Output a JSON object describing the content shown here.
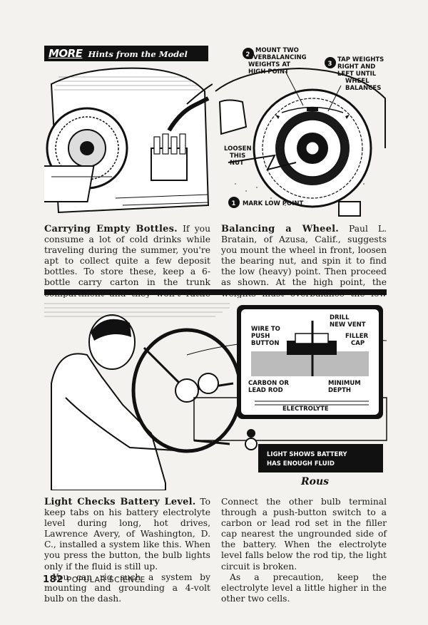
{
  "banner": {
    "more": "MORE",
    "title": "Hints from the Model Garage"
  },
  "fig1": {},
  "fig2": {
    "step1": "1",
    "step1_text": "MARK LOW POINT",
    "step2": "2",
    "step2_line1": "MOUNT TWO",
    "step2_line2": "OVERBALANCING",
    "step2_line3": "WEIGHTS AT",
    "step2_line4": "HIGH POINT",
    "step3": "3",
    "step3_line1": "TAP WEIGHTS",
    "step3_line2": "RIGHT AND",
    "step3_line3": "LEFT UNTIL",
    "step3_line4": "WHEEL",
    "step3_line5": "BALANCES",
    "loosen_line1": "LOOSEN",
    "loosen_line2": "THIS",
    "loosen_line3": "NUT"
  },
  "article1": {
    "heading": "Carrying Empty Bottles.",
    "body": "If you consume a lot of cold drinks while traveling during the summer, you're apt to collect quite a few deposit bottles. To store these, keep a 6-bottle carry carton in the trunk compartment and they won't rattle around."
  },
  "article2": {
    "heading": "Balancing a Wheel.",
    "body": "Paul L. Bratain, of Azusa, Calif., suggests you mount the wheel in front, loosen the bearing nut, and spin it to find the low (heavy) point. Then proceed as shown. At the high point, the weights must overbalance the low side."
  },
  "fig3": {
    "drill_line1": "DRILL",
    "drill_line2": "NEW VENT",
    "wire_line1": "WIRE TO",
    "wire_line2": "PUSH",
    "wire_line3": "BUTTON",
    "filler_line1": "FILLER",
    "filler_line2": "CAP",
    "carbon_line1": "CARBON OR",
    "carbon_line2": "LEAD ROD",
    "min_line1": "MINIMUM",
    "min_line2": "DEPTH",
    "electrolyte": "ELECTROLYTE",
    "light_line1": "LIGHT SHOWS BATTERY",
    "light_line2": "HAS ENOUGH FLUID",
    "signature": "Rous"
  },
  "article3": {
    "heading": "Light Checks Battery Level.",
    "p1": "To keep tabs on his battery electrolyte level during long, hot drives, Lawrence Avery, of Washington, D. C., installed a system like this. When you press the button, the bulb lights only if the fluid is still up.",
    "p2": "You can rig such a system by mounting and grounding a 4-volt bulb on the dash.",
    "p3": "Connect the other bulb terminal through a push-button switch to a carbon or lead rod set in the filler cap nearest the ungrounded side of the battery. When the electrolyte level falls below the rod tip, the light circuit is broken.",
    "p4": "As a precaution, keep the electrolyte level a little higher in the other two cells."
  },
  "footer": {
    "page": "182",
    "magazine": "POPULAR SCIENCE"
  }
}
